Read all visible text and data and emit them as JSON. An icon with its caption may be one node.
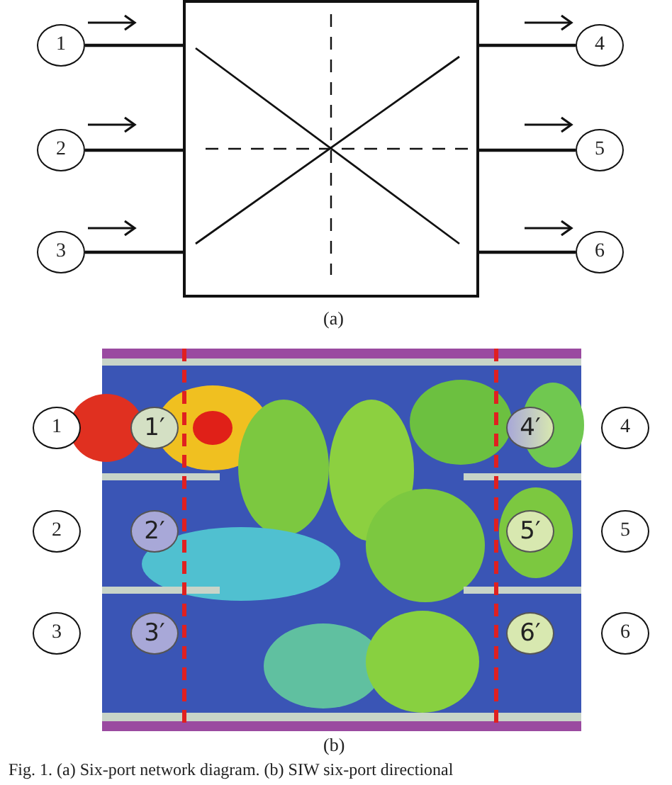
{
  "diagram": {
    "caption": "Fig. 1. (a) Six-port network diagram. (b) SIW six-port directional",
    "nodes": [
      {
        "text": [
          "1"
        ]
      },
      {
        "text": [
          "2"
        ]
      },
      {
        "text": [
          "3"
        ]
      },
      {
        "text": [],
        "shape": "box"
      },
      {
        "text": [
          "4"
        ]
      },
      {
        "text": [
          "5"
        ]
      },
      {
        "text": [
          "6"
        ]
      },
      {
        "text": [
          "1"
        ]
      },
      {
        "text": [
          "2"
        ]
      },
      {
        "text": [
          "3"
        ]
      },
      {
        "text": [
          "4"
        ]
      },
      {
        "text": [
          "5"
        ]
      },
      {
        "text": [
          "6"
        ]
      },
      {
        "text": [
          "1′"
        ]
      },
      {
        "text": [
          "2′"
        ]
      },
      {
        "text": [
          "3′"
        ]
      },
      {
        "text": [
          "4′"
        ]
      },
      {
        "text": [
          "5′"
        ]
      },
      {
        "text": [
          "6′"
        ]
      }
    ],
    "edges": [
      {
        "from": 0,
        "to": 3,
        "arrow": "none"
      },
      {
        "from": 1,
        "to": 3,
        "arrow": "none"
      },
      {
        "from": 2,
        "to": 3,
        "arrow": "none"
      },
      {
        "from": 3,
        "to": 4,
        "arrow": "none"
      },
      {
        "from": 3,
        "to": 5,
        "arrow": "none"
      },
      {
        "from": 3,
        "to": 6,
        "arrow": "none"
      }
    ],
    "labels": [
      "(a)",
      "(b)"
    ]
  }
}
